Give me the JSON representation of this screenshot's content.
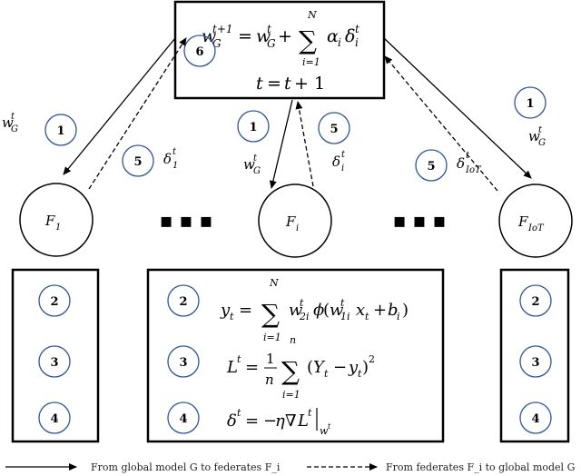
{
  "global_model": {
    "update_rule": "w_G^{t+1} = w_G^t + Σ_{i=1}^{N} α_i δ_i^t",
    "time_rule": "t = t + 1"
  },
  "steps": {
    "send": "1",
    "train": "2",
    "loss": "3",
    "gradient": "4",
    "return": "5",
    "aggregate": "6"
  },
  "federates": [
    "F_1",
    "F_i",
    "F_IoT"
  ],
  "ellipsis": "▪ ▪ ▪",
  "edge_labels": {
    "global_weight": "w_G^t",
    "delta_1": "δ_1^t",
    "delta_i": "δ_i^t",
    "delta_iot": "δ_IoT^t"
  },
  "equations": {
    "forward": "y_t = Σ_{i=1}^{N} w_2i^t φ(w_1i^t x_t + b_i)",
    "loss": "L^t = (1/n) Σ_{i=1}^{n} (Y_t − y_t)^2",
    "delta": "δ^t = −η ∇L^t |_{w^t}"
  },
  "legend": {
    "solid": "From global model G to federates F_i",
    "dashed": "From federates F_i to global model G"
  }
}
